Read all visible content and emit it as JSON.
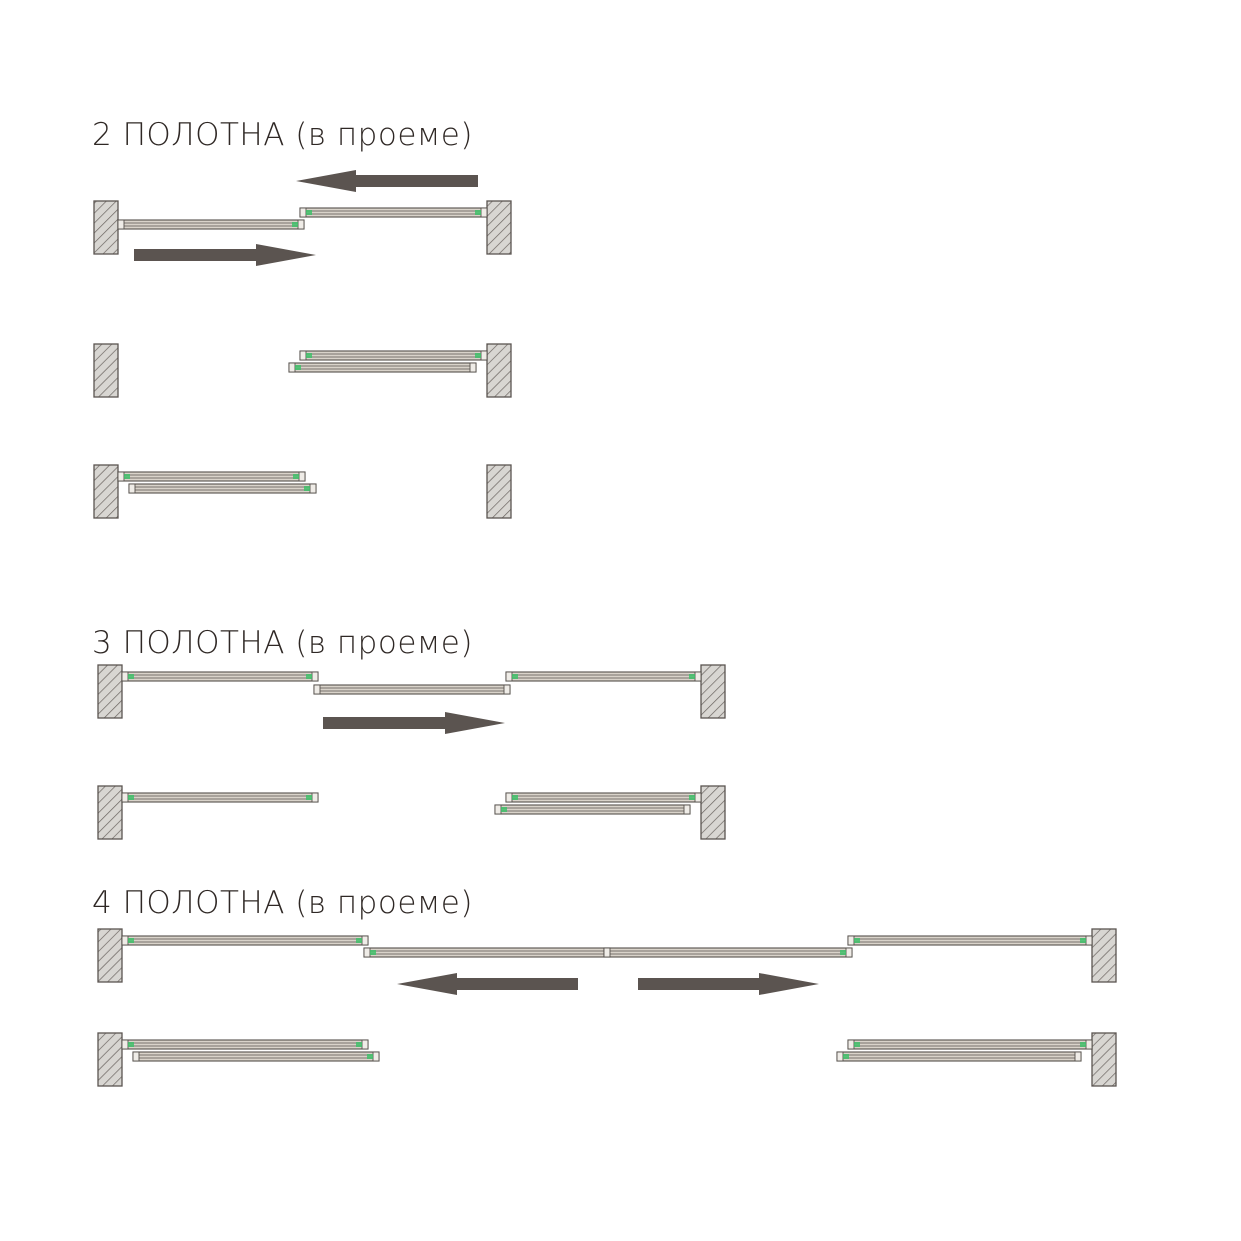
{
  "sections": [
    {
      "title": "2 ПОЛОТНА (в проеме)"
    },
    {
      "title": "3 ПОЛОТНА (в проеме)"
    },
    {
      "title": "4 ПОЛОТНА (в проеме)"
    }
  ],
  "colors": {
    "text": "#2f2825",
    "wall_fill": "#d8d6d2",
    "wall_stroke": "#5a5450",
    "panel_fill": "#d9d3ca",
    "panel_stroke": "#55504c",
    "arrow": "#5b5450",
    "accent": "#3fbf6a"
  }
}
